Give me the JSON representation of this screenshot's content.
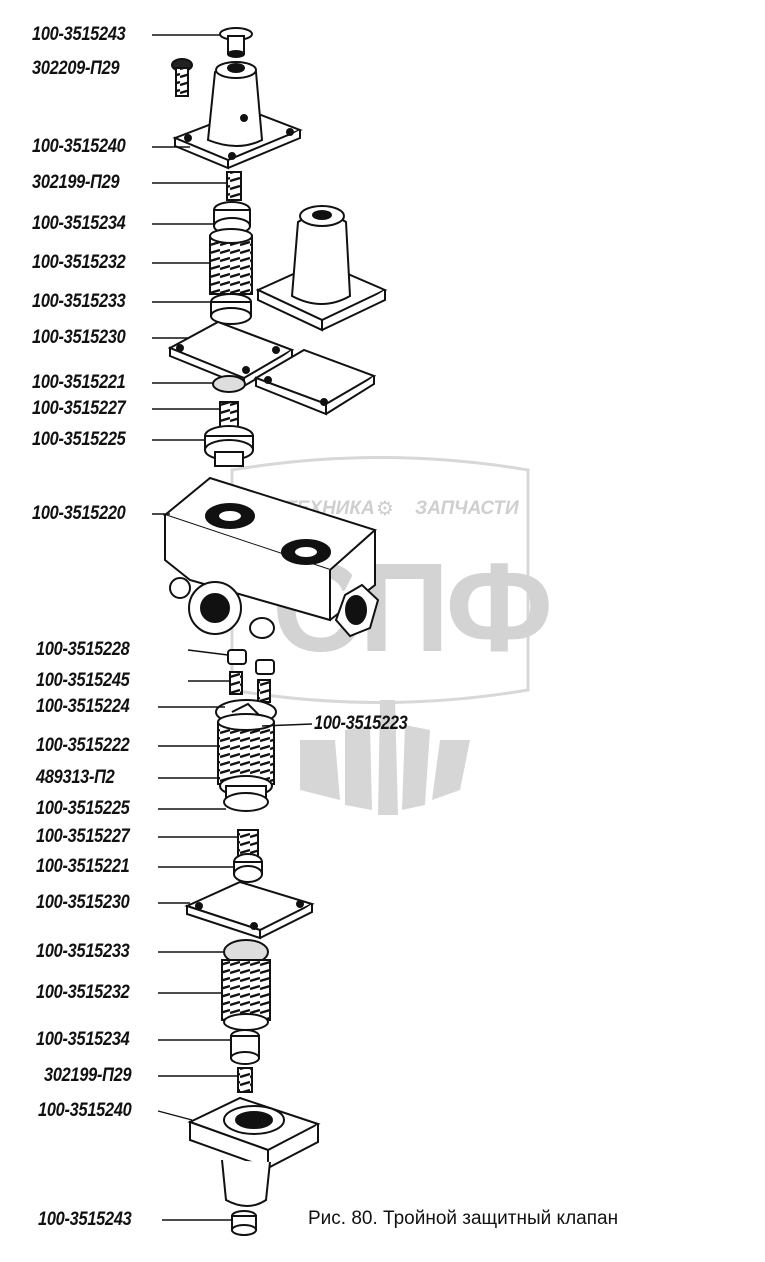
{
  "labels": [
    "100-3515243",
    "302209-П29",
    "100-3515240",
    "302199-П29",
    "100-3515234",
    "100-3515232",
    "100-3515233",
    "100-3515230",
    "100-3515221",
    "100-3515227",
    "100-3515225",
    "100-3515220",
    "100-3515228",
    "100-3515245",
    "100-3515224",
    "100-3515223",
    "100-3515222",
    "489313-П2",
    "100-3515225",
    "100-3515227",
    "100-3515221",
    "100-3515230",
    "100-3515233",
    "100-3515232",
    "100-3515234",
    "302199-П29",
    "100-3515240",
    "100-3515243"
  ],
  "caption": "Рис. 80. Тройной защитный клапан",
  "watermark": {
    "text_left": "ТЕХНИКА",
    "text_right": "ЗАПЧАСТИ",
    "logo": "СПФ"
  },
  "colors": {
    "ink": "#111111",
    "watermark": "#cfcfcf"
  }
}
